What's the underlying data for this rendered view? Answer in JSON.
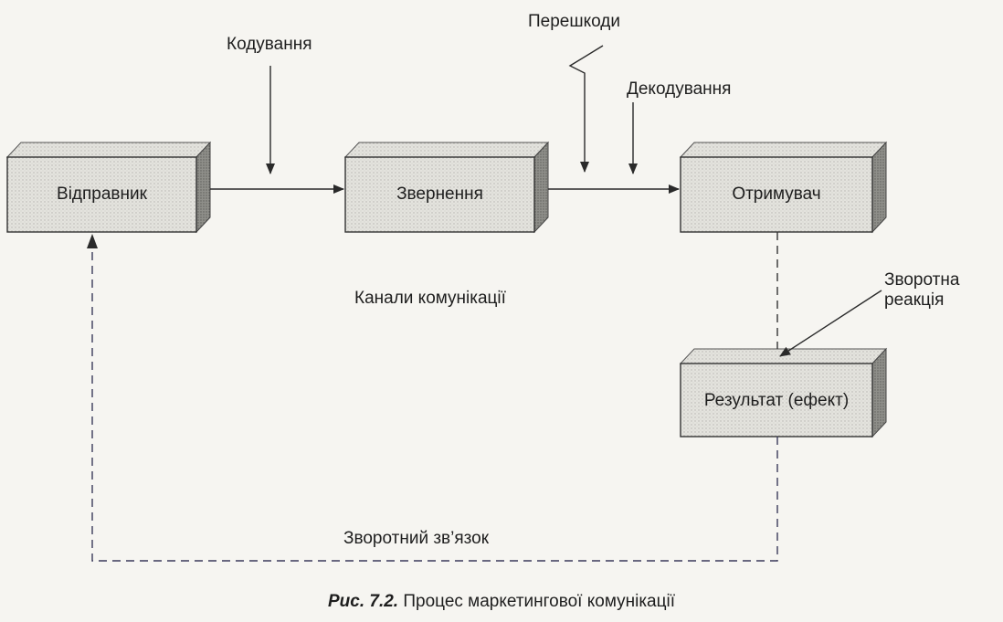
{
  "nodes": {
    "sender": "Відправник",
    "message": "Звернення",
    "receiver": "Отримувач",
    "result": "Результат (ефект)"
  },
  "labels": {
    "encoding": "Кодування",
    "noise": "Перешкоди",
    "decoding": "Декодування",
    "channels": "Канали комунікації",
    "response": "Зворотна реакція",
    "feedback": "Зворотний зв’язок"
  },
  "caption": {
    "number": "Рис. 7.2.",
    "text": "Процес маркетингової комунікації"
  },
  "colors": {
    "box_fill": "#e2e1dc",
    "box_side": "#8c8c88",
    "box_top": "#b9b8b3",
    "line": "#2a2a2a",
    "feedback_line": "#3a3a5a"
  }
}
